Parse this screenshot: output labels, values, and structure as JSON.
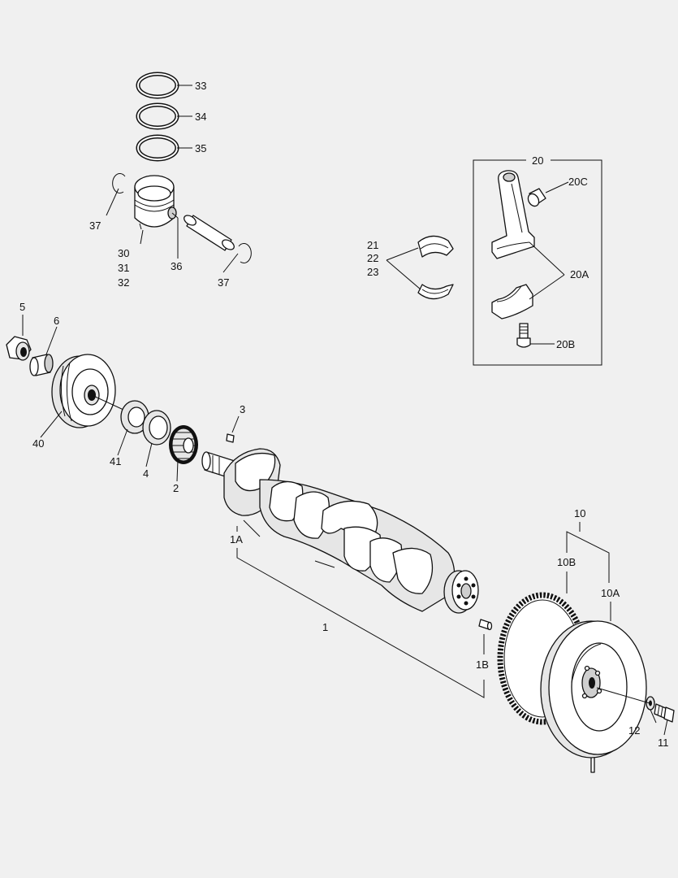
{
  "labels": {
    "l33": "33",
    "l34": "34",
    "l35": "35",
    "l37a": "37",
    "l37b": "37",
    "l30": "30",
    "l31": "31",
    "l32": "32",
    "l36": "36",
    "l20": "20",
    "l20c": "20C",
    "l20a": "20A",
    "l20b": "20B",
    "l21": "21",
    "l22": "22",
    "l23": "23",
    "l5": "5",
    "l6": "6",
    "l40": "40",
    "l41": "41",
    "l4": "4",
    "l2": "2",
    "l3": "3",
    "l1a": "1A",
    "l1": "1",
    "l1b": "1B",
    "l10": "10",
    "l10b": "10B",
    "l10a": "10A",
    "l12": "12",
    "l11": "11"
  },
  "parts": [
    {
      "id": "1",
      "name": "crankshaft"
    },
    {
      "id": "2",
      "name": "crankshaft-gear"
    },
    {
      "id": "3",
      "name": "key"
    },
    {
      "id": "4",
      "name": "seal-ring"
    },
    {
      "id": "5",
      "name": "nut"
    },
    {
      "id": "6",
      "name": "spacer"
    },
    {
      "id": "10",
      "name": "flywheel-assembly"
    },
    {
      "id": "11",
      "name": "bolt"
    },
    {
      "id": "12",
      "name": "washer"
    },
    {
      "id": "20",
      "name": "connecting-rod-assembly"
    },
    {
      "id": "30",
      "name": "piston"
    },
    {
      "id": "33",
      "name": "piston-ring"
    },
    {
      "id": "36",
      "name": "piston-pin"
    },
    {
      "id": "37",
      "name": "circlip"
    },
    {
      "id": "40",
      "name": "pulley"
    },
    {
      "id": "41",
      "name": "oil-seal"
    }
  ]
}
